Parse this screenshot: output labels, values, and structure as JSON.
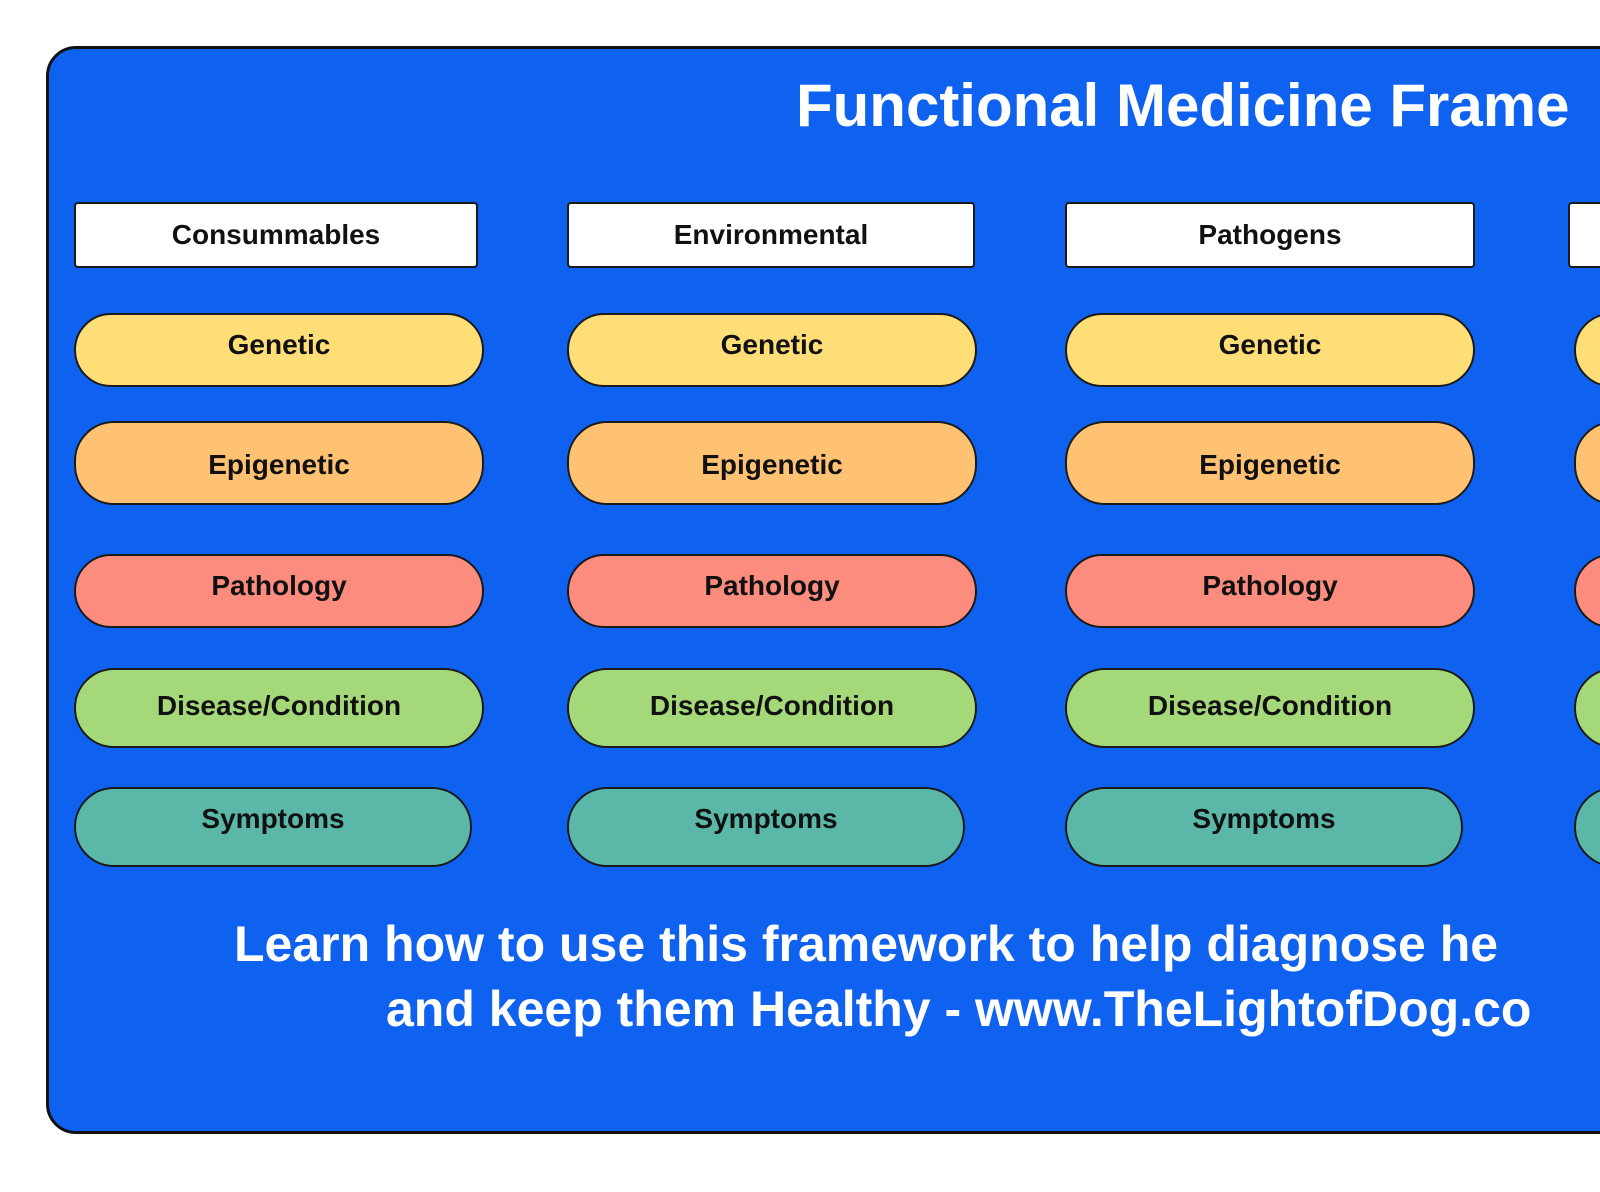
{
  "title": "Functional Medicine Frame",
  "colors": {
    "background": "#0f62f0",
    "genetic": "#ffdd77",
    "epigenetic": "#ffc273",
    "pathology": "#fc8c7e",
    "disease_condition": "#a4d878",
    "symptoms": "#5bb8a8",
    "header_box": "#ffffff"
  },
  "columns": [
    {
      "header": "Consummables",
      "items": [
        "Genetic",
        "Epigenetic",
        "Pathology",
        "Disease/Condition",
        "Symptoms"
      ]
    },
    {
      "header": "Environmental",
      "items": [
        "Genetic",
        "Epigenetic",
        "Pathology",
        "Disease/Condition",
        "Symptoms"
      ]
    },
    {
      "header": "Pathogens",
      "items": [
        "Genetic",
        "Epigenetic",
        "Pathology",
        "Disease/Condition",
        "Symptoms"
      ]
    },
    {
      "header": "",
      "items": [
        "",
        "",
        "",
        "",
        ""
      ]
    }
  ],
  "footer": {
    "line1": "Learn how to use this framework to help diagnose he",
    "line2": "and keep them Healthy - www.TheLightofDog.co"
  }
}
